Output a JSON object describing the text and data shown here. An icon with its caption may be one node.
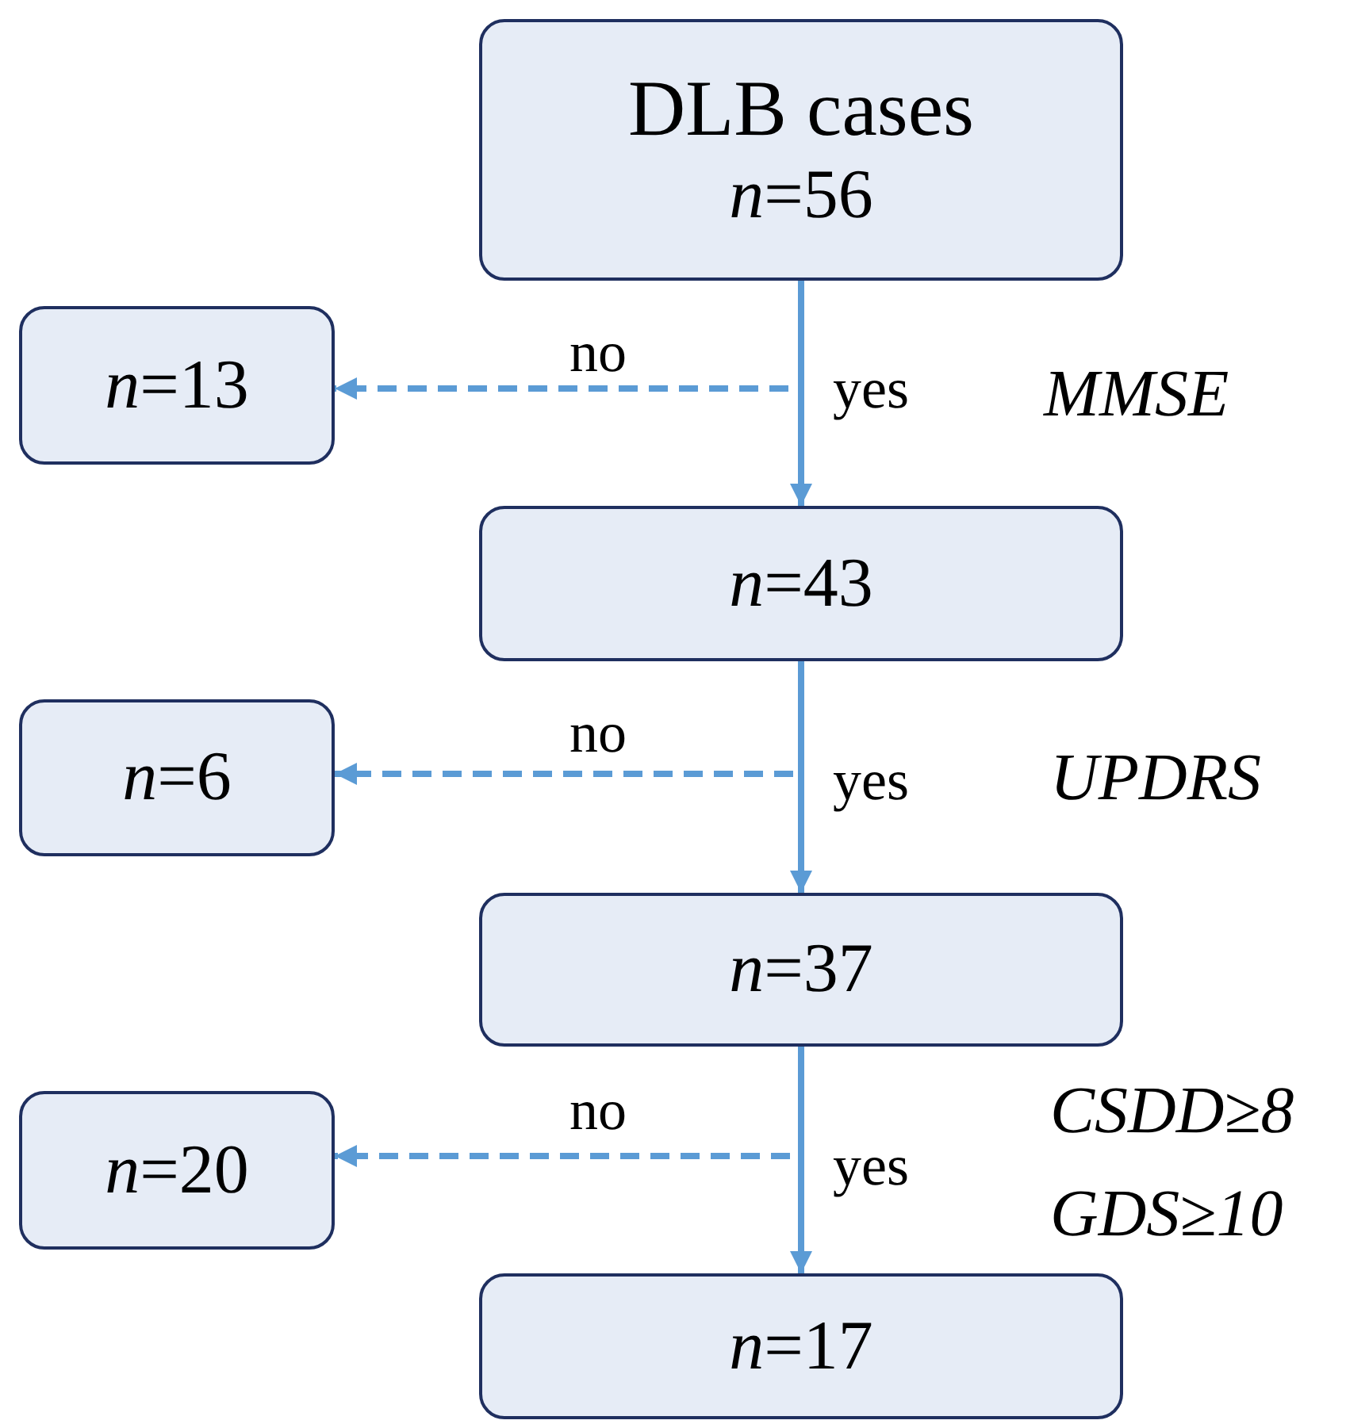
{
  "diagram": {
    "nodes": [
      {
        "text": [
          "DLB cases",
          "*n*=56"
        ]
      },
      {
        "text": [
          "*n*=13"
        ]
      },
      {
        "text": [
          "*n*=43"
        ]
      },
      {
        "text": [
          "*n*=6"
        ]
      },
      {
        "text": [
          "*n*=37"
        ]
      },
      {
        "text": [
          "*n*=20"
        ]
      },
      {
        "text": [
          "*n*=17"
        ]
      }
    ],
    "edges": [
      {
        "from": 0,
        "to": 2,
        "arrow": "to",
        "label": "yes"
      },
      {
        "from": 0,
        "to": 1,
        "arrow": "to",
        "label": "no",
        "style": "dashed"
      },
      {
        "from": 2,
        "to": 4,
        "arrow": "to",
        "label": "yes"
      },
      {
        "from": 2,
        "to": 3,
        "arrow": "to",
        "label": "no",
        "style": "dashed"
      },
      {
        "from": 4,
        "to": 6,
        "arrow": "to",
        "label": "yes"
      },
      {
        "from": 4,
        "to": 5,
        "arrow": "to",
        "label": "no",
        "style": "dashed"
      }
    ],
    "labels": [
      "MMSE",
      "UPDRS",
      "CSDD≥8",
      "GDS≥10"
    ]
  }
}
